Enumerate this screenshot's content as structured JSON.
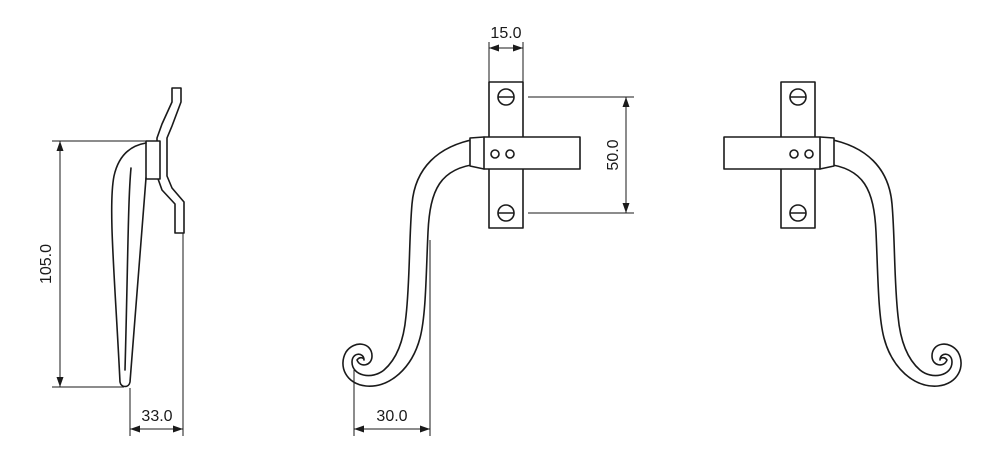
{
  "dimensions": {
    "height": "105.0",
    "depth": "33.0",
    "plate_width": "15.0",
    "screw_centres": "50.0",
    "scroll_width": "30.0"
  }
}
